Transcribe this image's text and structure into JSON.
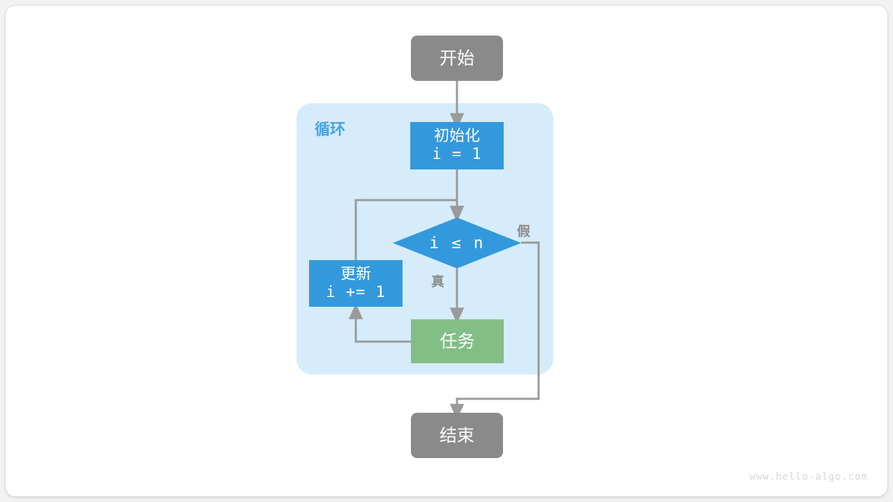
{
  "colors": {
    "terminal": "#8a8a8a",
    "process": "#3399dd",
    "task": "#83be87",
    "container": "#d6ecfa",
    "container_label": "#46a3e8",
    "connector": "#9a9a9a",
    "page_bg": "#f2f2f2",
    "card_bg": "#ffffff",
    "watermark": "#d8d8d8"
  },
  "diagram": {
    "type": "flowchart",
    "title": "",
    "nodes": {
      "start": {
        "label": "开始",
        "shape": "rounded-rectangle",
        "role": "terminal"
      },
      "init": {
        "label_line1": "初始化",
        "label_line2": "i = 1",
        "shape": "rectangle",
        "role": "process"
      },
      "decision": {
        "label": "i ≤ n",
        "shape": "diamond",
        "role": "decision"
      },
      "update": {
        "label_line1": "更新",
        "label_line2": "i += 1",
        "shape": "rectangle",
        "role": "process"
      },
      "task": {
        "label": "任务",
        "shape": "rectangle",
        "role": "task"
      },
      "end": {
        "label": "结束",
        "shape": "rounded-rectangle",
        "role": "terminal"
      }
    },
    "container": {
      "label": "循环"
    },
    "edge_labels": {
      "true": "真",
      "false": "假"
    },
    "edges": [
      {
        "from": "start",
        "to": "init",
        "label": ""
      },
      {
        "from": "init",
        "to": "decision",
        "label": ""
      },
      {
        "from": "decision",
        "to": "task",
        "label": "真"
      },
      {
        "from": "decision",
        "to": "end",
        "label": "假"
      },
      {
        "from": "task",
        "to": "update",
        "label": ""
      },
      {
        "from": "update",
        "to": "decision",
        "label": ""
      }
    ]
  },
  "watermark": {
    "text": "www.hello-algo.com"
  }
}
